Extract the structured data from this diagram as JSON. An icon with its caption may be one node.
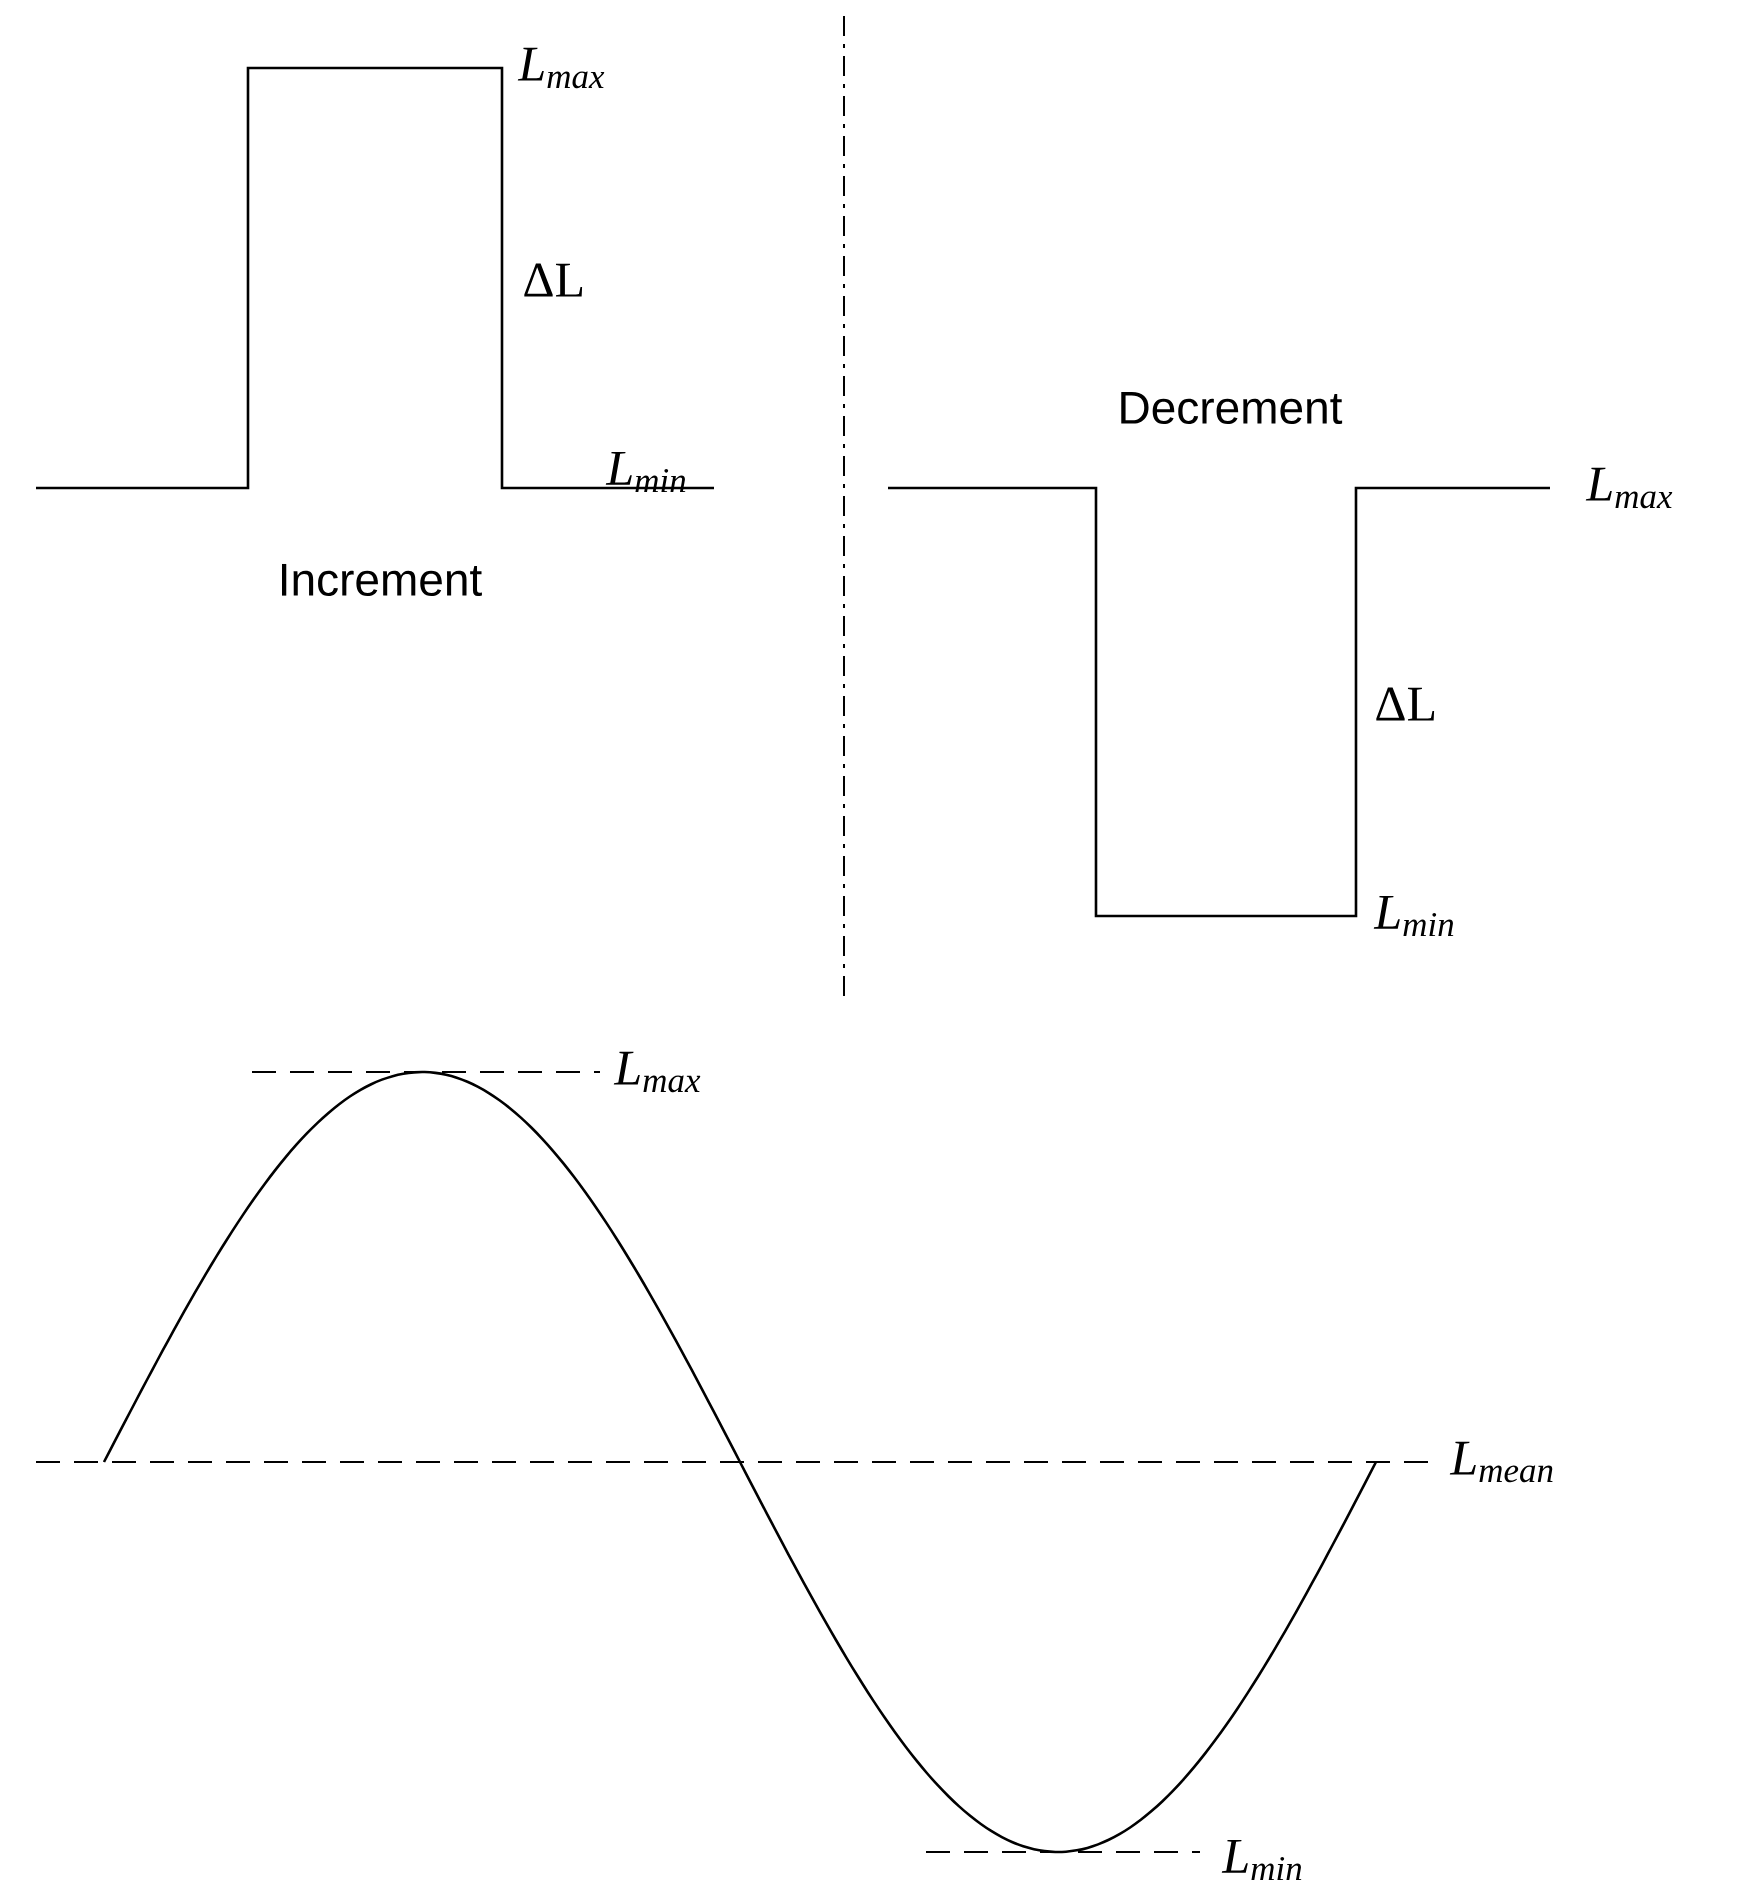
{
  "diagram": {
    "labels": [
      "L$_{max}$",
      "ΔL",
      "L$_{min}$",
      "Decrement",
      "L$_{max}$",
      "Increment",
      "ΔL",
      "L$_{min}$",
      "L$_{max}$",
      "L$_{mean}$",
      "L$_{min}$"
    ]
  }
}
